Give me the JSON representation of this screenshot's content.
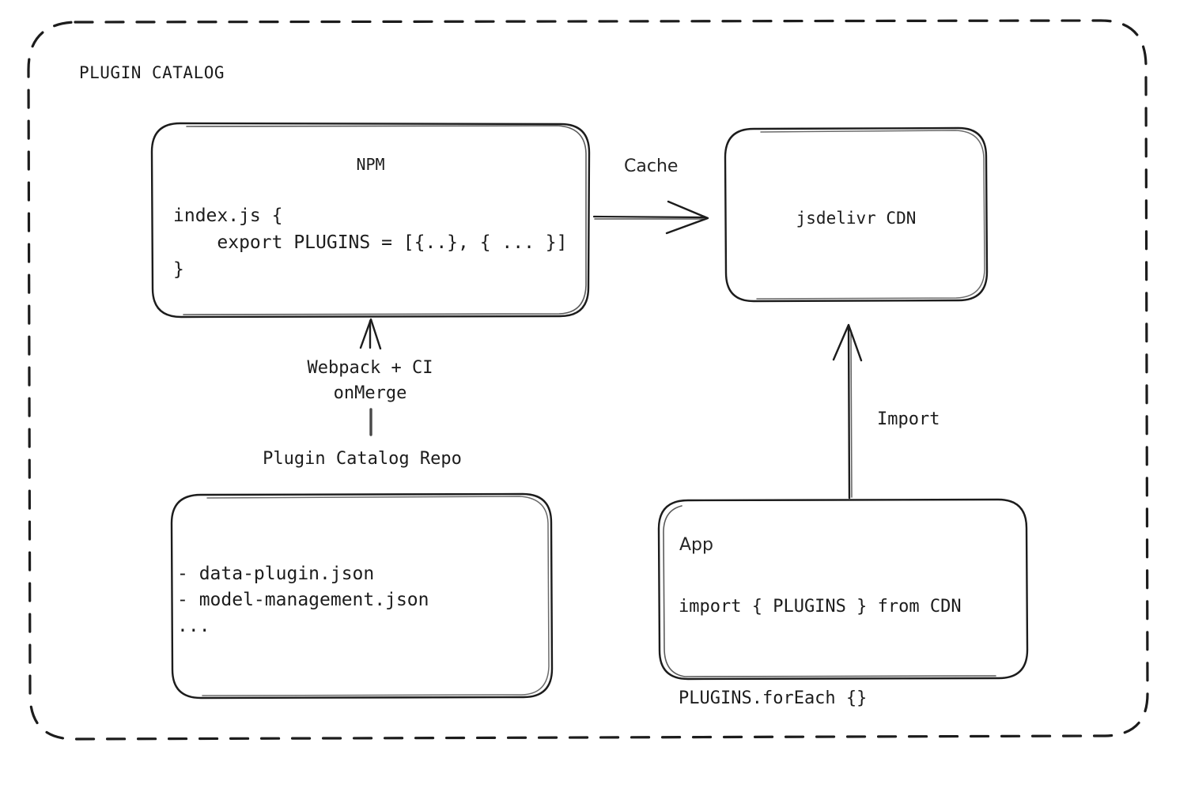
{
  "diagram": {
    "title": "PLUGIN CATALOG",
    "background": "#ffffff",
    "stroke_color": "#1c1c1c",
    "text_color": "#1c1c1c",
    "container": {
      "label": "PLUGIN CATALOG",
      "border_style": "dashed"
    },
    "nodes": {
      "npm": {
        "title": "NPM",
        "code": "index.js {\n    export PLUGINS = [{..}, { ... }]\n}"
      },
      "cdn": {
        "title": "jsdelivr CDN"
      },
      "repo": {
        "caption": "Plugin Catalog Repo",
        "items": "- data-plugin.json\n- model-management.json\n..."
      },
      "app": {
        "title": "App",
        "code": "import { PLUGINS } from CDN\n\nPLUGINS.forEach {}"
      }
    },
    "edges": {
      "npm_to_cdn": {
        "label": "Cache",
        "direction": "right"
      },
      "repo_to_npm": {
        "label": "Webpack + CI\nonMerge",
        "direction": "up"
      },
      "app_to_cdn": {
        "label": "Import",
        "direction": "up"
      }
    }
  }
}
